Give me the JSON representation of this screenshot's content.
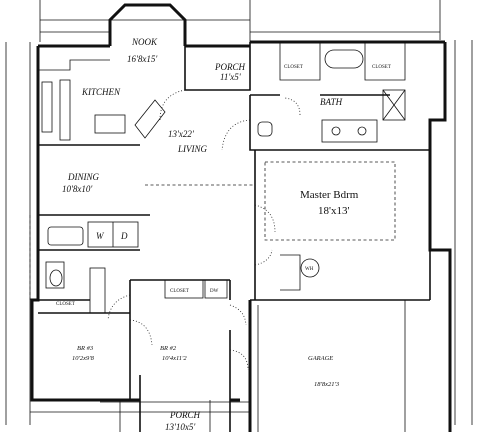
{
  "rooms": {
    "nook": {
      "name": "NOOK",
      "size": "16'8x15'"
    },
    "porch_top": {
      "name": "PORCH",
      "size": "11'x5'"
    },
    "kitchen": {
      "name": "KITCHEN"
    },
    "living": {
      "size": "13'x22'",
      "name": "LIVING"
    },
    "bath": {
      "name": "BATH"
    },
    "dining": {
      "name": "DINING",
      "size": "10'8x10'"
    },
    "master": {
      "name": "Master Bdrm",
      "size": "18'x13'"
    },
    "br3": {
      "name": "BR #3",
      "size": "10'2x9'8"
    },
    "br2": {
      "name": "BR #2",
      "size": "10'4x11'2"
    },
    "garage": {
      "name": "GARAGE",
      "size": "18'8x21'3"
    },
    "porch_bottom": {
      "name": "PORCH",
      "size": "13'10x5'"
    }
  },
  "fixtures": {
    "washer": "W",
    "dryer": "D",
    "closet": "CLOSET",
    "wh": "WH",
    "dw": "DW"
  }
}
